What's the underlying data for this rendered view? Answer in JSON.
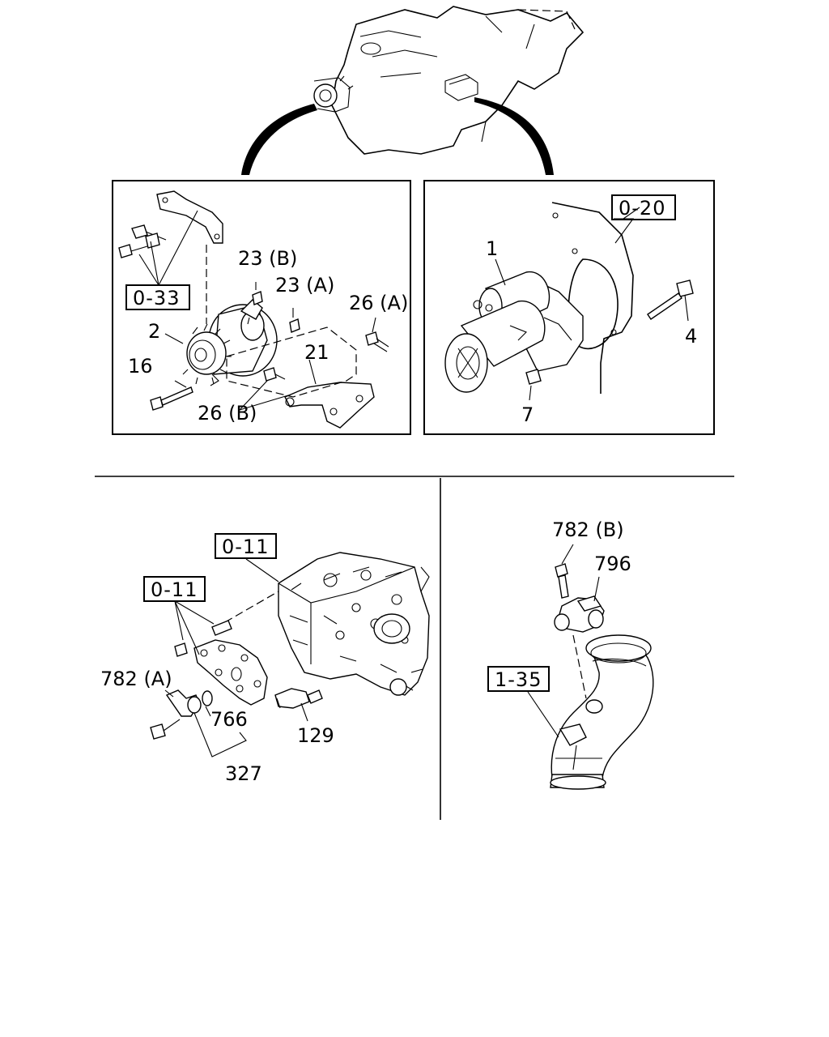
{
  "callouts": {
    "alt_23b": "23 (B)",
    "alt_23a": "23 (A)",
    "alt_26a": "26 (A)",
    "alt_2": "2",
    "alt_21": "21",
    "alt_16": "16",
    "alt_26b": "26 (B)",
    "st_1": "1",
    "st_4": "4",
    "st_7": "7",
    "cs_782a": "782 (A)",
    "cs_766": "766",
    "cs_327": "327",
    "cs_129": "129",
    "air_782b": "782 (B)",
    "air_796": "796"
  },
  "refs": {
    "alt_ref": "0-33",
    "st_ref": "0-20",
    "head_ref": "0-11",
    "cover_ref": "0-11",
    "duct_ref": "1-35"
  }
}
